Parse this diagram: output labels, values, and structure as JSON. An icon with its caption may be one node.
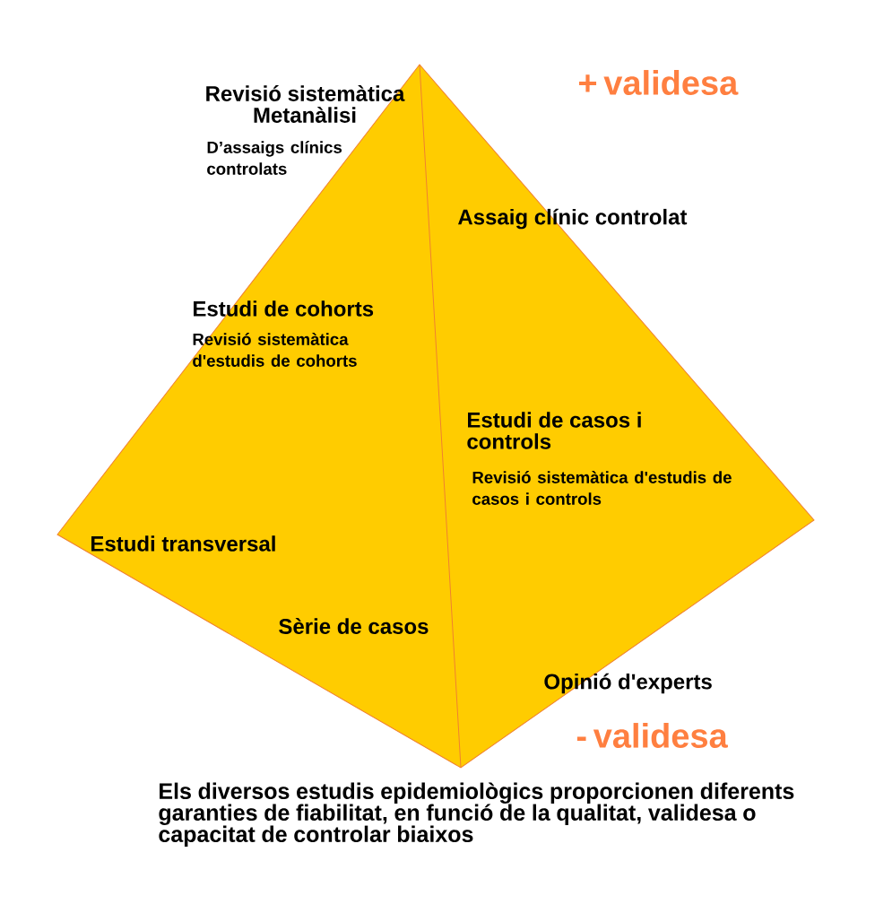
{
  "diagram": {
    "caption": "Els diversos estudis epidemiològics proporcionen diferents garanties de fiabilitat, en funció de la qualitat, validesa o capacitat de controlar biaixos",
    "labels": [
      "Revisió sistemàtica Metanàlisi",
      "D’assaigs clínics controlats",
      "+ validesa",
      "Assaig clínic controlat",
      "Estudi de cohorts",
      "Revisió sistemàtica d'estudis de cohorts",
      "Estudi de casos i controls",
      "Revisió sistemàtica d'estudis de casos i controls",
      "Estudi transversal",
      "Sèrie de casos",
      "Opinió d'experts",
      "- validesa"
    ]
  }
}
